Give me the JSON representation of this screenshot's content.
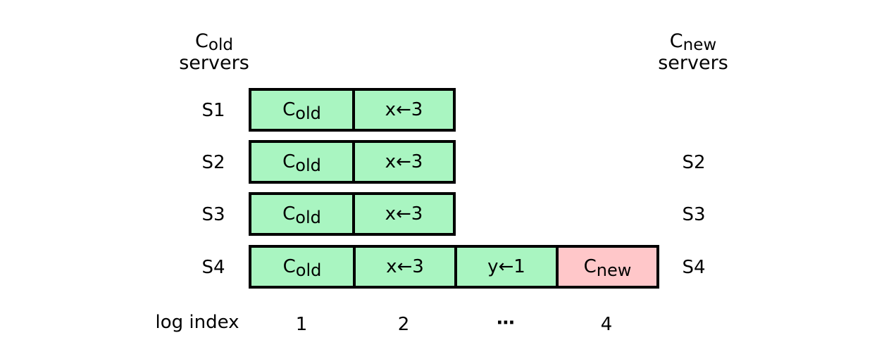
{
  "headers": {
    "old": {
      "c": "C",
      "sub": "old",
      "servers": "servers"
    },
    "new": {
      "c": "C",
      "sub": "new",
      "servers": "servers"
    }
  },
  "old_servers": [
    "S1",
    "S2",
    "S3",
    "S4"
  ],
  "new_servers": [
    "",
    "S2",
    "S3",
    "S4"
  ],
  "rows": [
    {
      "entries": [
        {
          "c": "C",
          "sub": "old",
          "color": "green"
        },
        {
          "text": "x←3",
          "color": "green"
        }
      ]
    },
    {
      "entries": [
        {
          "c": "C",
          "sub": "old",
          "color": "green"
        },
        {
          "text": "x←3",
          "color": "green"
        }
      ]
    },
    {
      "entries": [
        {
          "c": "C",
          "sub": "old",
          "color": "green"
        },
        {
          "text": "x←3",
          "color": "green"
        }
      ]
    },
    {
      "entries": [
        {
          "c": "C",
          "sub": "old",
          "color": "green"
        },
        {
          "text": "x←3",
          "color": "green"
        },
        {
          "text": "y←1",
          "color": "green"
        },
        {
          "c": "C",
          "sub": "new",
          "color": "pink"
        }
      ]
    }
  ],
  "log_index": {
    "label": "log index",
    "values": [
      "1",
      "2",
      "⋯",
      "4"
    ]
  },
  "colors": {
    "committed_entry": "#a9f5c1",
    "config_entry": "#ffc7c9",
    "border": "#000000"
  }
}
